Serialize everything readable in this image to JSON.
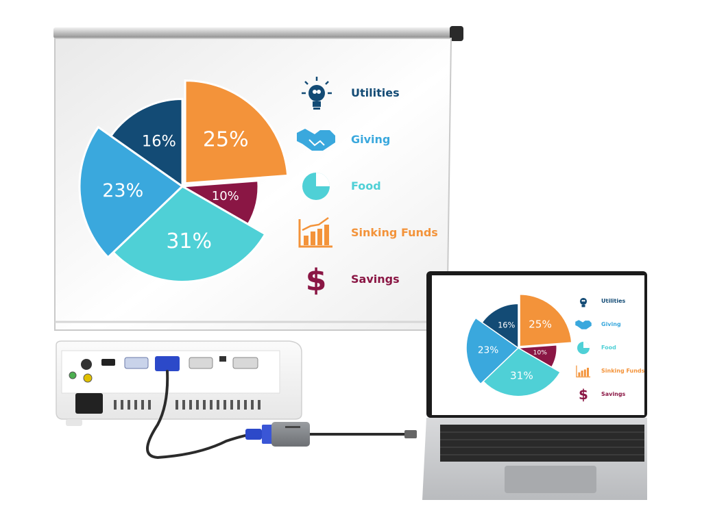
{
  "colors": {
    "utilities": "#134b75",
    "giving": "#3aa8dd",
    "food": "#4fd0d6",
    "sinking_funds": "#f3933a",
    "savings": "#8a1644"
  },
  "chart_data": [
    {
      "type": "pie",
      "location": "projection-screen",
      "slices": [
        {
          "label": "Sinking Funds",
          "value": 25,
          "display": "25%"
        },
        {
          "label": "Savings",
          "value": 10,
          "display": "10%"
        },
        {
          "label": "Food",
          "value": 31,
          "display": "31%"
        },
        {
          "label": "Giving",
          "value": 23,
          "display": "23%"
        },
        {
          "label": "Utilities",
          "value": 16,
          "display": "16%"
        }
      ],
      "legend": [
        "Utilities",
        "Giving",
        "Food",
        "Sinking Funds",
        "Savings"
      ],
      "legend_placement": "right",
      "exploded_slice": "Sinking Funds"
    },
    {
      "type": "pie",
      "location": "laptop-screen",
      "slices": [
        {
          "label": "Sinking Funds",
          "value": 25,
          "display": "25%"
        },
        {
          "label": "Savings",
          "value": 10,
          "display": "10%"
        },
        {
          "label": "Food",
          "value": 31,
          "display": "31%"
        },
        {
          "label": "Giving",
          "value": 23,
          "display": "23%"
        },
        {
          "label": "Utilities",
          "value": 16,
          "display": "16%"
        }
      ],
      "legend": [
        "Utilities",
        "Giving",
        "Food",
        "Sinking Funds",
        "Savings"
      ],
      "legend_placement": "right",
      "exploded_slice": "Sinking Funds"
    }
  ],
  "legend": [
    {
      "label": "Utilities",
      "icon": "lightbulb-icon",
      "color_key": "utilities"
    },
    {
      "label": "Giving",
      "icon": "handshake-icon",
      "color_key": "giving"
    },
    {
      "label": "Food",
      "icon": "pie-slice-icon",
      "color_key": "food"
    },
    {
      "label": "Sinking Funds",
      "icon": "bar-chart-icon",
      "color_key": "sinking_funds"
    },
    {
      "label": "Savings",
      "icon": "dollar-icon",
      "color_key": "savings"
    }
  ]
}
